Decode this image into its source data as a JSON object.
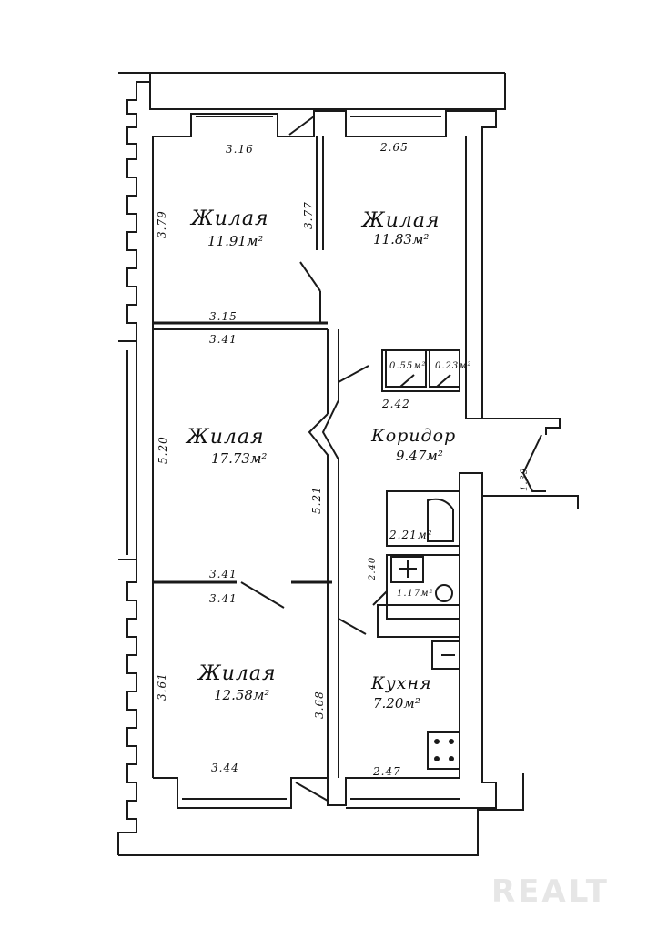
{
  "rooms": {
    "room1": {
      "name": "Жилая",
      "area": "11.91м²"
    },
    "room2": {
      "name": "Жилая",
      "area": "11.83м²"
    },
    "room3": {
      "name": "Жилая",
      "area": "17.73м²"
    },
    "room4": {
      "name": "Жилая",
      "area": "12.58м²"
    },
    "corridor": {
      "name": "Коридор",
      "area": "9.47м²"
    },
    "kitchen": {
      "name": "Кухня",
      "area": "7.20м²"
    },
    "bath": {
      "area": "2.21м²"
    },
    "wc": {
      "area": "1.17м²"
    },
    "closet1": {
      "area": "0.55м²"
    },
    "closet2": {
      "area": "0.23м²"
    }
  },
  "dims": {
    "d316": "3.16",
    "d265": "2.65",
    "d379": "3.79",
    "d377": "3.77",
    "d315": "3.15",
    "d341a": "3.41",
    "d520": "5.20",
    "d521": "5.21",
    "d242": "2.42",
    "d341b": "3.41",
    "d341c": "3.41",
    "d361": "3.61",
    "d368": "3.68",
    "d344": "3.44",
    "d247": "2.47",
    "d240": "2.40",
    "d139": "1.39"
  },
  "watermark": "REALT"
}
